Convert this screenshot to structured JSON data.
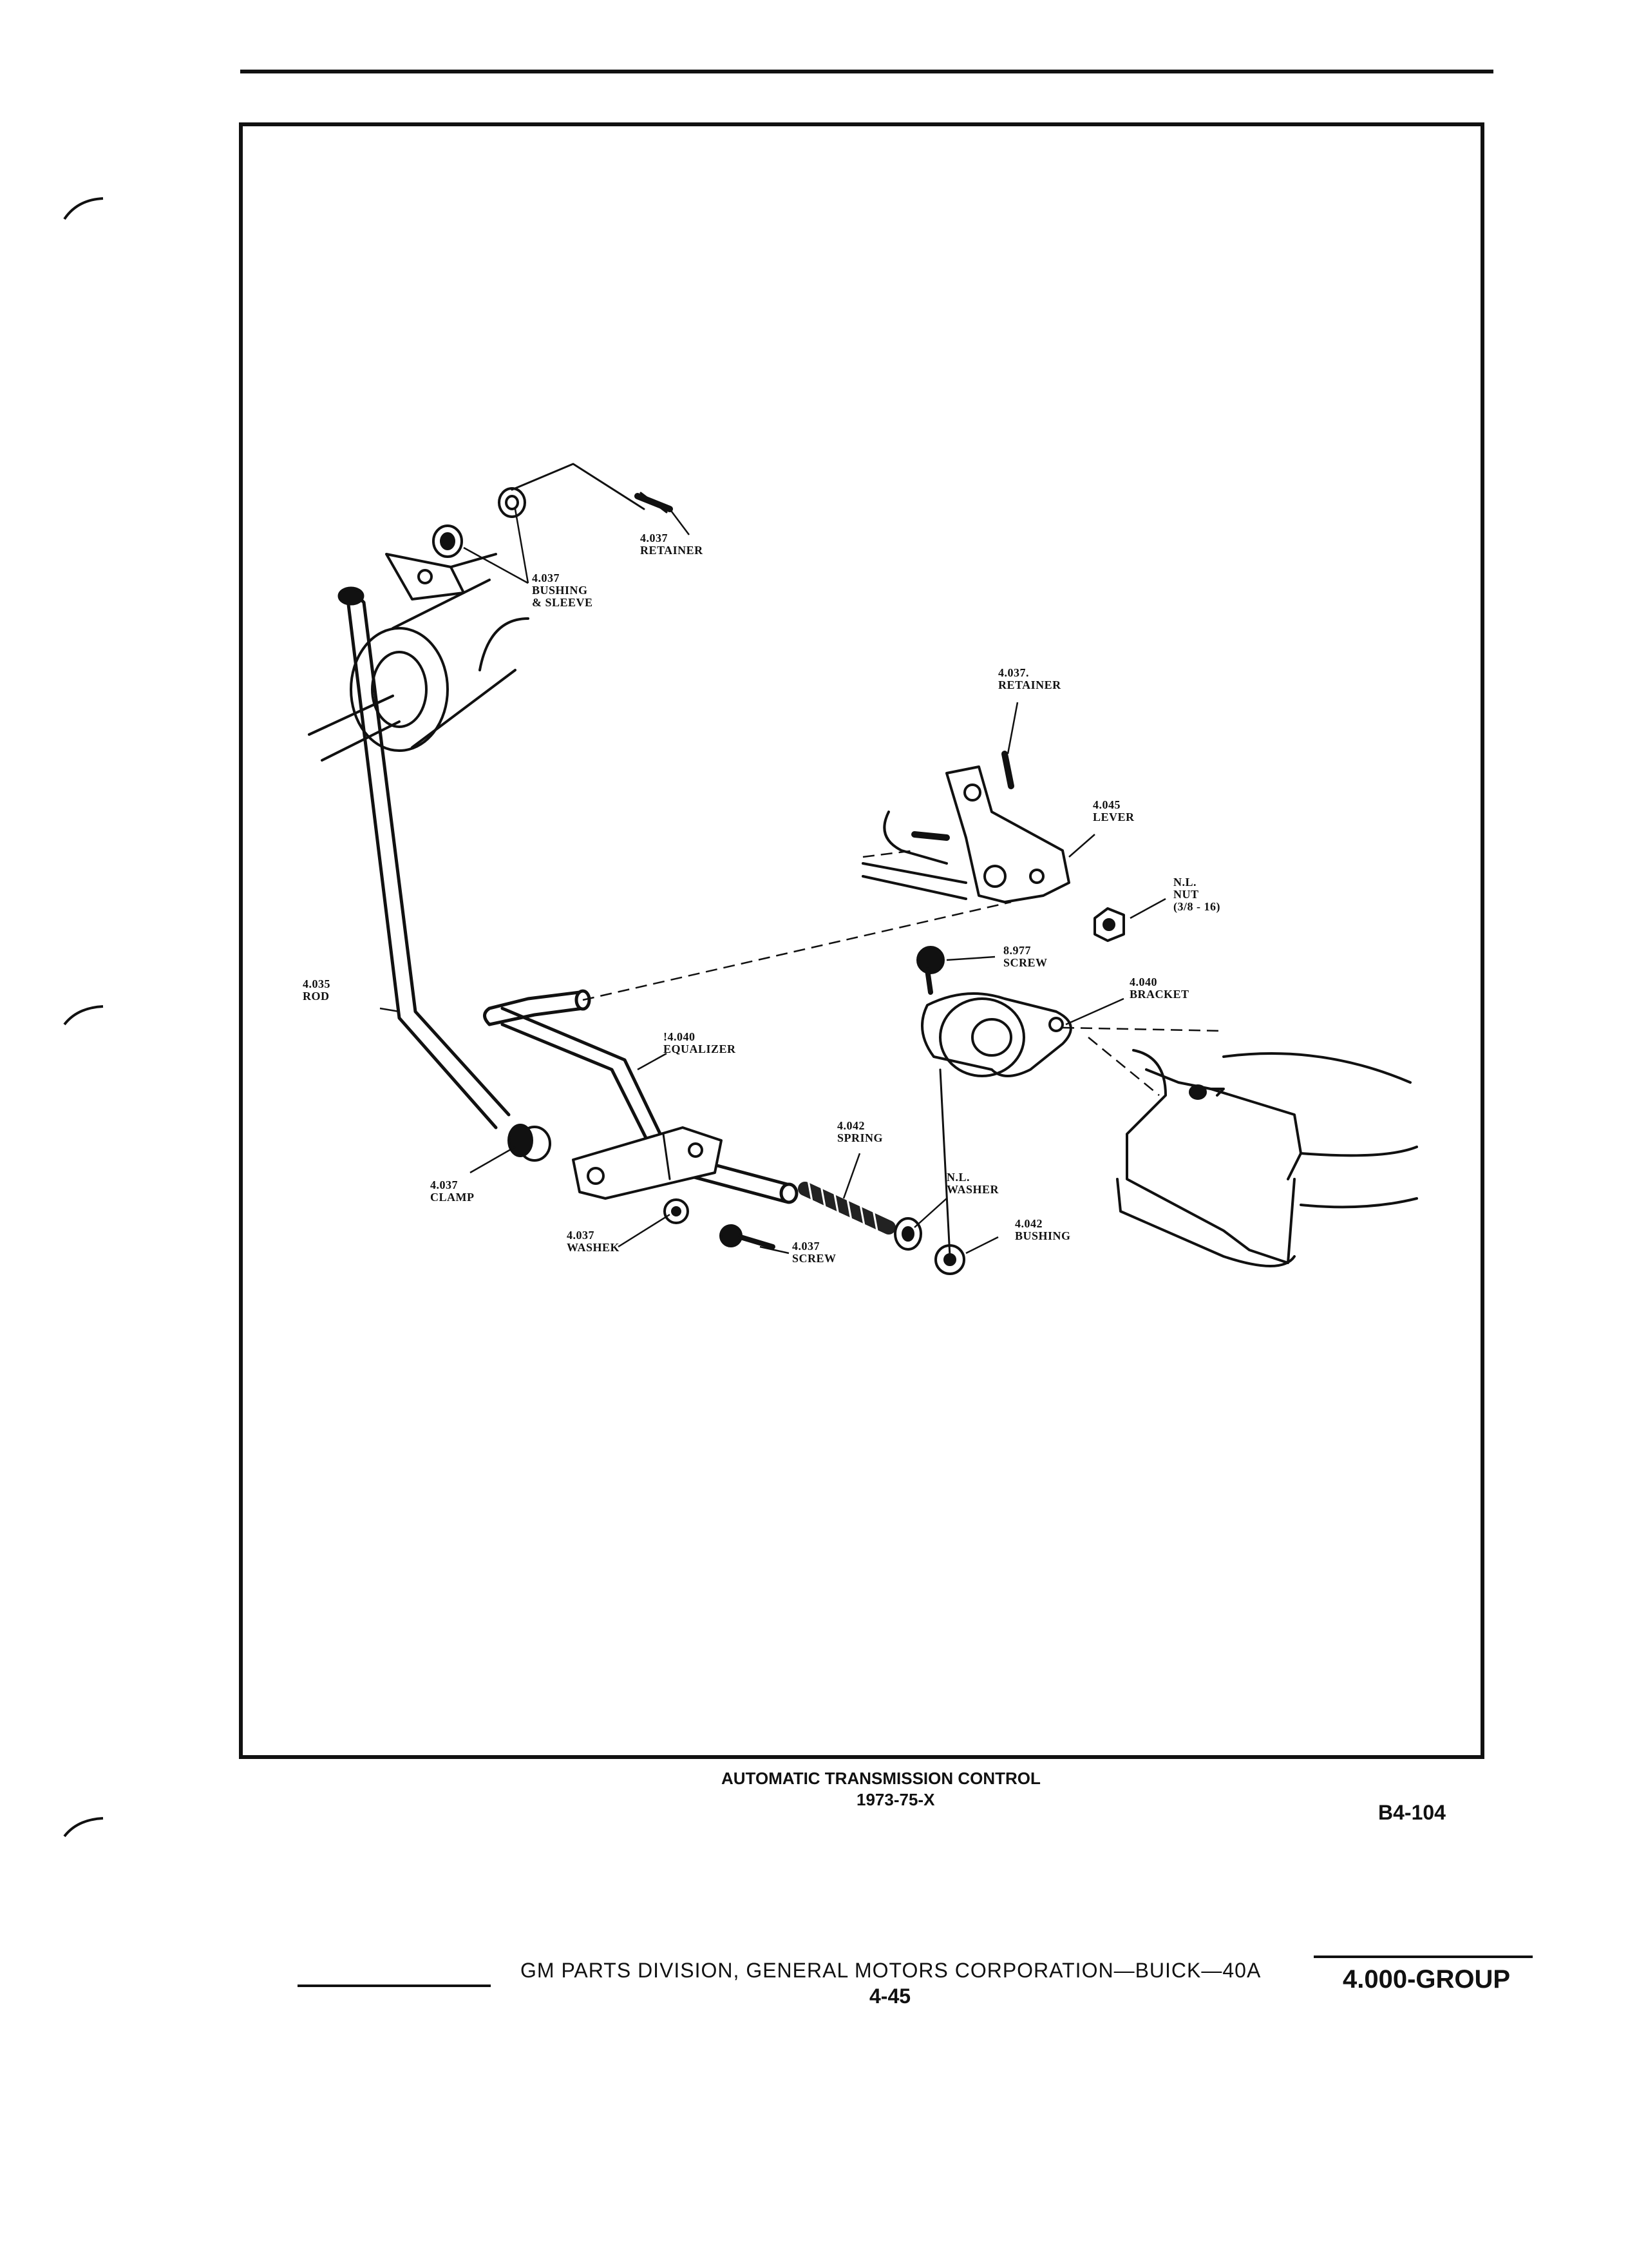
{
  "diagram": {
    "title": "AUTOMATIC TRANSMISSION CONTROL",
    "subtitle": "1973-75-X",
    "figure_code": "B4-104",
    "callouts": [
      {
        "id": "retainer-top",
        "number": "4.037",
        "name": "RETAINER"
      },
      {
        "id": "bushing-sleeve",
        "number": "4.037",
        "name": "BUSHING",
        "name2": "& SLEEVE"
      },
      {
        "id": "retainer-right",
        "number": "4.037.",
        "name": "RETAINER"
      },
      {
        "id": "lever",
        "number": "4.045",
        "name": "LEVER"
      },
      {
        "id": "nut",
        "number": "N.L.",
        "name": "NUT",
        "name2": "(3/8 - 16)"
      },
      {
        "id": "screw-8977",
        "number": "8.977",
        "name": "SCREW"
      },
      {
        "id": "bracket",
        "number": "4.040",
        "name": "BRACKET"
      },
      {
        "id": "rod",
        "number": "4.035",
        "name": "ROD"
      },
      {
        "id": "equalizer",
        "number": "!4.040",
        "name": "EQUALIZER"
      },
      {
        "id": "spring",
        "number": "4.042",
        "name": "SPRING"
      },
      {
        "id": "washer-nl",
        "number": "N.L.",
        "name": "WASHER"
      },
      {
        "id": "bushing-4042",
        "number": "4.042",
        "name": "BUSHING"
      },
      {
        "id": "clamp",
        "number": "4.037",
        "name": "CLAMP"
      },
      {
        "id": "washer",
        "number": "4.037",
        "name": "WASHEK"
      },
      {
        "id": "screw",
        "number": "4.037",
        "name": "SCREW"
      }
    ]
  },
  "footer": {
    "publisher": "GM PARTS DIVISION, GENERAL MOTORS CORPORATION—BUICK—40A",
    "page_number": "4-45",
    "group": "4.000-GROUP"
  }
}
